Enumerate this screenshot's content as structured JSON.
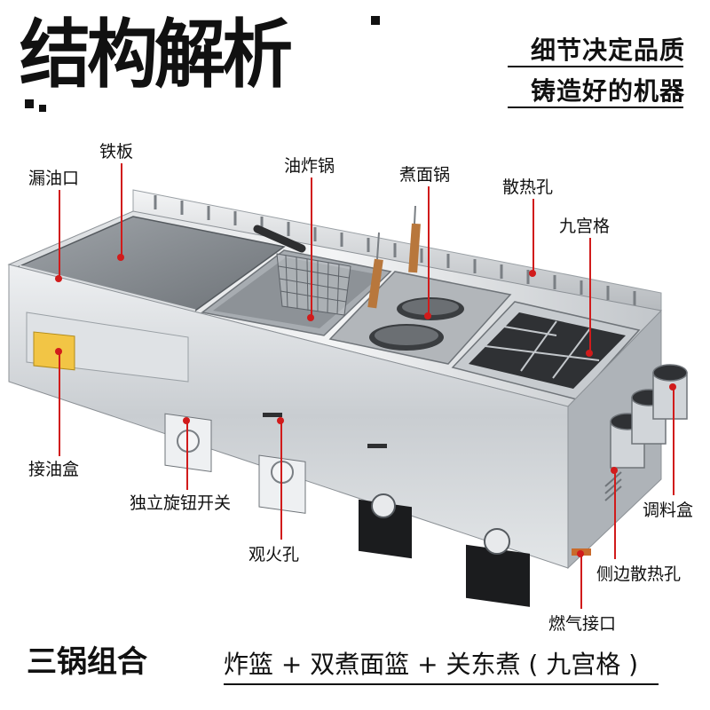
{
  "header": {
    "title": "结构解析",
    "tagline_1": "细节决定品质",
    "tagline_2": "铸造好的机器"
  },
  "callouts": {
    "oil_drain": "漏油口",
    "griddle": "铁板",
    "fryer_pot": "油炸锅",
    "noodle_pot": "煮面锅",
    "vents": "散热孔",
    "nine_grid": "九宫格",
    "oil_tray": "接油盒",
    "knob_switch": "独立旋钮开关",
    "sight_hole": "观火孔",
    "seasoning_box": "调料盒",
    "side_vents": "侧边散热孔",
    "gas_inlet": "燃气接口"
  },
  "footer": {
    "combo": "三锅组合",
    "detail": "炸篮 + 双煮面篮 + 关东煮 ( 九宫格 )"
  },
  "colors": {
    "leader": "#d11b1b",
    "text": "#111111",
    "steel_light": "#e6e8ea",
    "steel_mid": "#b9bdc1",
    "steel_dark": "#7d8287"
  }
}
